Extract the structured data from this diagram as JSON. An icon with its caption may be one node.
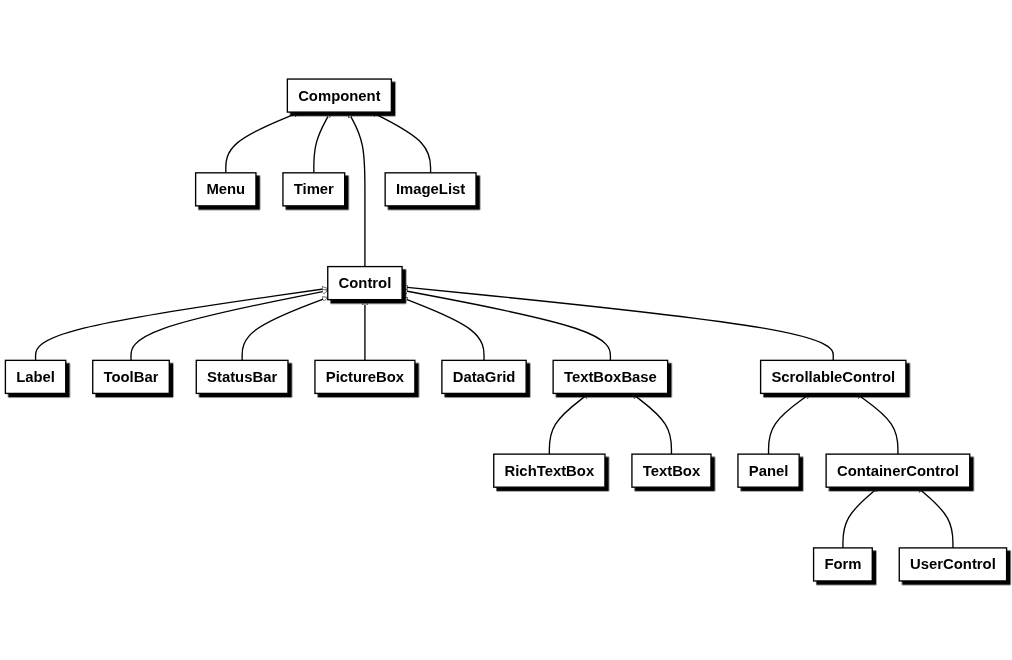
{
  "diagram": {
    "nodes": [
      {
        "text": [
          "Component"
        ]
      },
      {
        "text": [
          "Menu"
        ]
      },
      {
        "text": [
          "Timer"
        ]
      },
      {
        "text": [
          "Control"
        ]
      },
      {
        "text": [
          "ImageList"
        ]
      },
      {
        "text": [
          "Label"
        ]
      },
      {
        "text": [
          "ToolBar"
        ]
      },
      {
        "text": [
          "StatusBar"
        ]
      },
      {
        "text": [
          "PictureBox"
        ]
      },
      {
        "text": [
          "DataGrid"
        ]
      },
      {
        "text": [
          "TextBoxBase"
        ]
      },
      {
        "text": [
          "ScrollableControl"
        ]
      },
      {
        "text": [
          "RichTextBox"
        ]
      },
      {
        "text": [
          "TextBox"
        ]
      },
      {
        "text": [
          "Panel"
        ]
      },
      {
        "text": [
          "ContainerControl"
        ]
      },
      {
        "text": [
          "Form"
        ]
      },
      {
        "text": [
          "UserControl"
        ]
      }
    ],
    "edges": [
      {
        "from": 1,
        "to": 0,
        "arrow": "to"
      },
      {
        "from": 2,
        "to": 0,
        "arrow": "to"
      },
      {
        "from": 3,
        "to": 0,
        "arrow": "to"
      },
      {
        "from": 4,
        "to": 0,
        "arrow": "to"
      },
      {
        "from": 5,
        "to": 3,
        "arrow": "to"
      },
      {
        "from": 6,
        "to": 3,
        "arrow": "to"
      },
      {
        "from": 7,
        "to": 3,
        "arrow": "to"
      },
      {
        "from": 8,
        "to": 3,
        "arrow": "to"
      },
      {
        "from": 9,
        "to": 3,
        "arrow": "to"
      },
      {
        "from": 10,
        "to": 3,
        "arrow": "to"
      },
      {
        "from": 11,
        "to": 3,
        "arrow": "to"
      },
      {
        "from": 12,
        "to": 10,
        "arrow": "to"
      },
      {
        "from": 13,
        "to": 10,
        "arrow": "to"
      },
      {
        "from": 14,
        "to": 11,
        "arrow": "to"
      },
      {
        "from": 15,
        "to": 11,
        "arrow": "to"
      },
      {
        "from": 16,
        "to": 15,
        "arrow": "to"
      },
      {
        "from": 17,
        "to": 15,
        "arrow": "to"
      }
    ]
  }
}
